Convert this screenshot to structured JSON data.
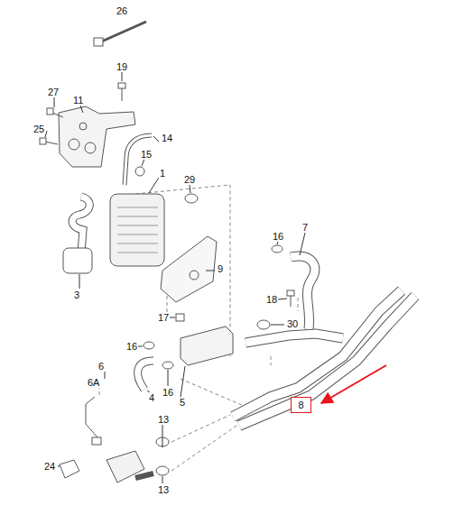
{
  "diagram": {
    "nodes": [
      {
        "text": [
          "8"
        ]
      }
    ],
    "labels": [
      "26",
      "19",
      "27",
      "11",
      "25",
      "14",
      "15",
      "1",
      "29",
      "16",
      "7",
      "3",
      "9",
      "18",
      "17",
      "30",
      "16",
      "6",
      "16",
      "4",
      "5",
      "6A",
      "24",
      "13",
      "13"
    ]
  }
}
